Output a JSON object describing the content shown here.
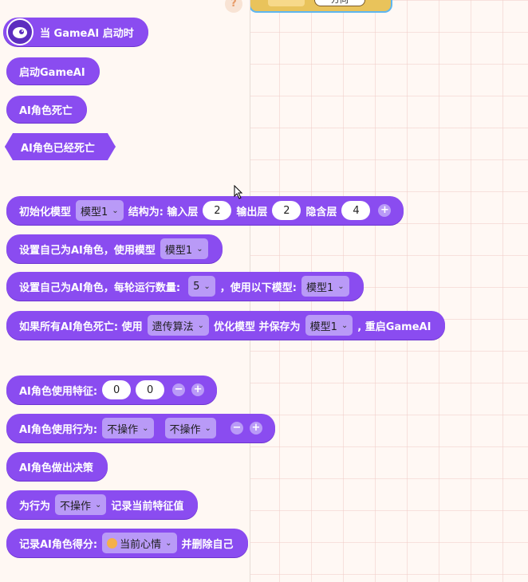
{
  "top": {
    "partial_value": "方向",
    "help": "?"
  },
  "blocks": {
    "hat": "当 GameAI 启动时",
    "start": "启动GameAI",
    "die": "AI角色死亡",
    "dead_check": "AI角色已经死亡",
    "init": {
      "label": "初始化模型",
      "model": "模型1",
      "struct": "结构为: 输入层",
      "in": "2",
      "out_label": "输出层",
      "out": "2",
      "hidden_label": "隐含层",
      "hidden": "4",
      "plus": "+"
    },
    "set_ai": {
      "label": "设置自己为AI角色，使用模型",
      "model": "模型1"
    },
    "set_ai_count": {
      "label": "设置自己为AI角色，每轮运行数量:",
      "count": "5",
      "mid": "，使用以下模型:",
      "model": "模型1"
    },
    "all_dead": {
      "label": "如果所有AI角色死亡: 使用",
      "algo": "遗传算法",
      "mid": "优化模型 并保存为",
      "model": "模型1",
      "tail": ", 重启GameAI"
    },
    "features": {
      "label": "AI角色使用特征:",
      "v1": "0",
      "v2": "0",
      "minus": "−",
      "plus": "+"
    },
    "actions": {
      "label": "AI角色使用行为:",
      "a1": "不操作",
      "a2": "不操作",
      "minus": "−",
      "plus": "+"
    },
    "decide": "AI角色做出决策",
    "record_action": {
      "label": "为行为",
      "action": "不操作",
      "tail": "记录当前特征值"
    },
    "score": {
      "label": "记录AI角色得分:",
      "value": "当前心情",
      "tail": "并删除自己"
    }
  },
  "colors": {
    "block": "#8a4cf0",
    "dropdown": "#b99af7",
    "background": "#fff8f3"
  }
}
